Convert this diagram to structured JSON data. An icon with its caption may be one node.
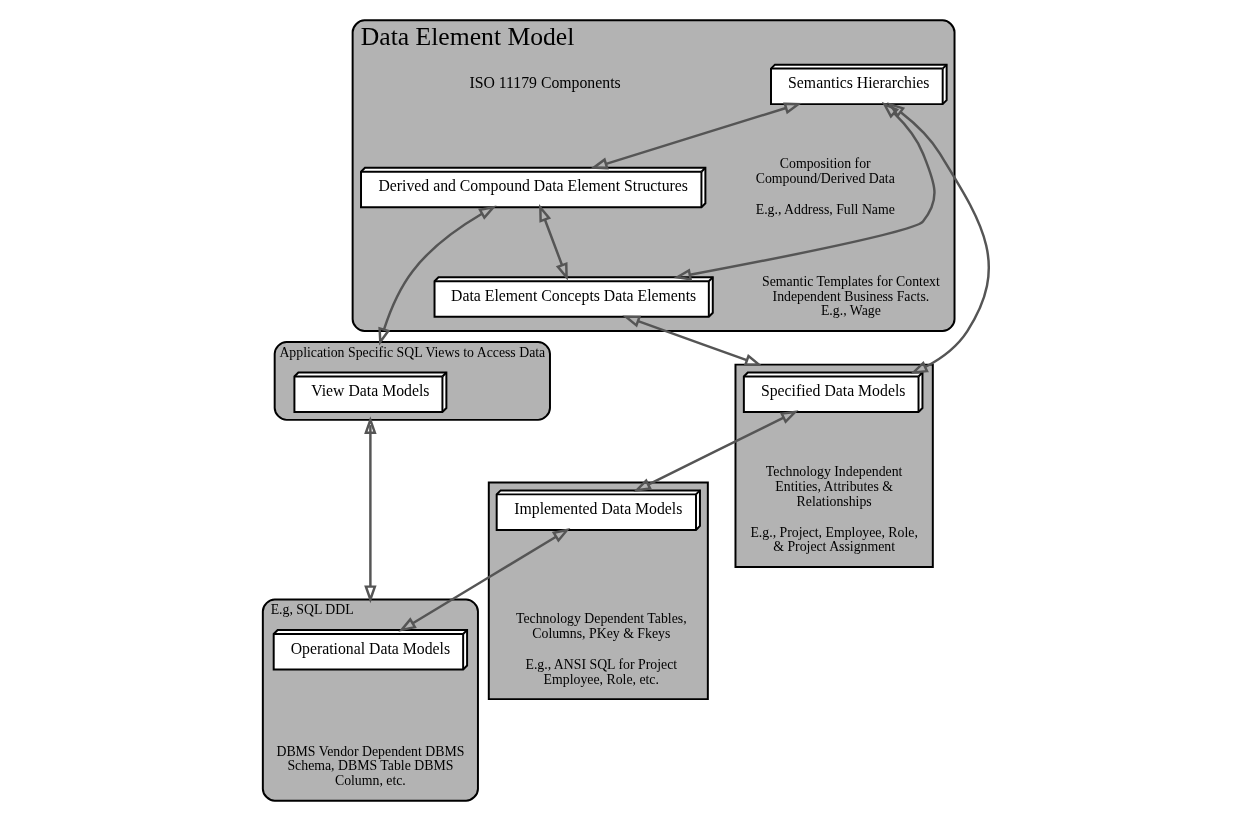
{
  "diagram": {
    "nodes": [
      {
        "text": [
          "Data Element Model"
        ]
      },
      {
        "text": [
          "Semantics Hierarchies"
        ],
        "in": 0
      },
      {
        "text": [
          "Derived and Compound Data Element Structures"
        ],
        "in": 0,
        "beside": [
          "Composition for Compound/Derived Data",
          "E.g., Address, Full Name"
        ]
      },
      {
        "text": [
          "Data Element Concepts Data Elements"
        ],
        "in": 0,
        "beside": [
          "Semantic Templates for Context Independent Business Facts. E.g., Wage"
        ]
      },
      {
        "text": [
          "Application Specific SQL Views to Access Data"
        ]
      },
      {
        "text": [
          "View Data Models"
        ],
        "in": 4
      },
      {
        "text": [],
        "shape": "box",
        "beside": [
          "Technology Independent Entities, Attributes & Relationships",
          "E.g., Project, Employee, Role, & Project Assignment"
        ]
      },
      {
        "text": [
          "Specified Data Models"
        ],
        "in": 6
      },
      {
        "text": [],
        "shape": "box",
        "beside": [
          "Technology Dependent Tables, Columns, PKey & Fkeys",
          "E.g., ANSI SQL for Project Employee, Role, etc."
        ]
      },
      {
        "text": [
          "Implemented Data Models"
        ],
        "in": 8
      },
      {
        "text": [
          "E.g, SQL DDL"
        ],
        "beside": [
          "DBMS Vendor Dependent DBMS Schema, DBMS Table DBMS Column, etc."
        ]
      },
      {
        "text": [
          "Operational Data Models"
        ],
        "in": 10
      }
    ],
    "edges": [
      {
        "from": 1,
        "to": 2,
        "arrow": "both"
      },
      {
        "from": 1,
        "to": 3,
        "arrow": "both"
      },
      {
        "from": 2,
        "to": 3,
        "arrow": "both"
      },
      {
        "from": 2,
        "to": 4,
        "arrow": "both"
      },
      {
        "from": 1,
        "to": 7,
        "arrow": "both"
      },
      {
        "from": 3,
        "to": 6,
        "arrow": "both"
      },
      {
        "from": 7,
        "to": 9,
        "arrow": "both"
      },
      {
        "from": 9,
        "to": 11,
        "arrow": "both"
      },
      {
        "from": 10,
        "to": 4,
        "arrow": "both"
      }
    ],
    "labels": [
      "ISO 11179 Components"
    ]
  }
}
